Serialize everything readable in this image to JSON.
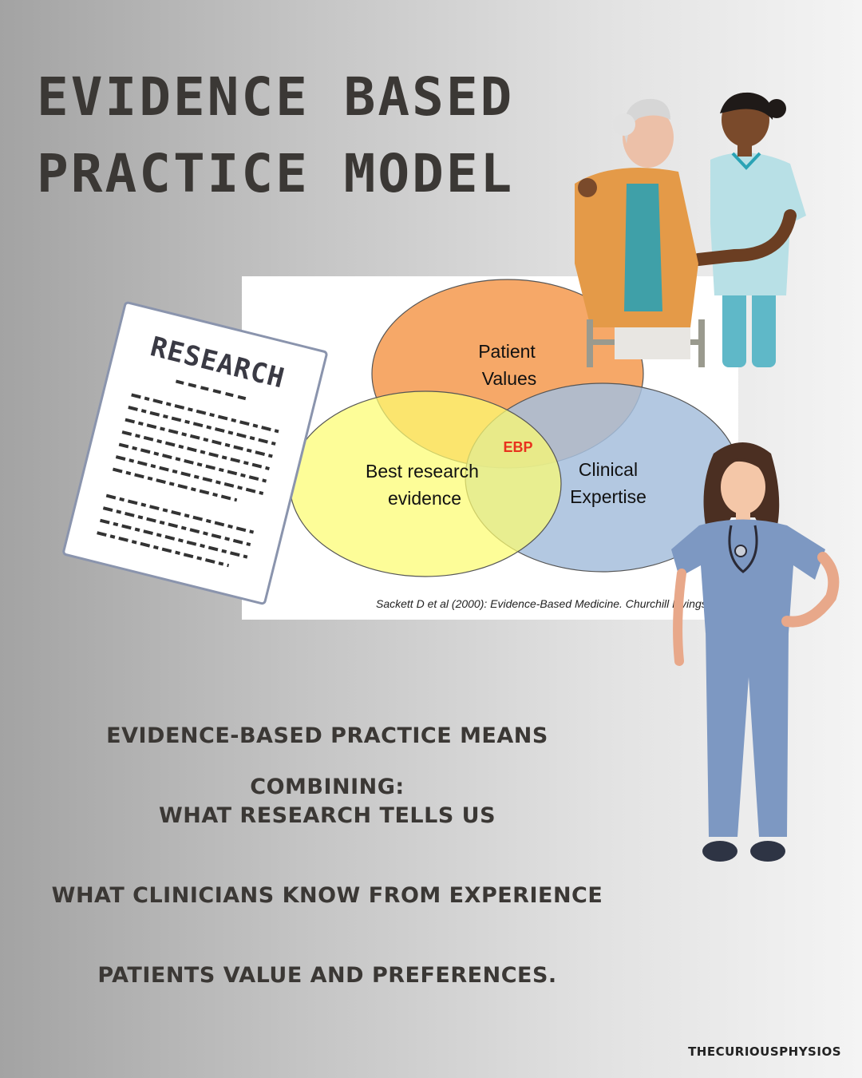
{
  "header": {
    "title_line1": "Evidence Based",
    "title_line2": "Practice Model"
  },
  "diagram": {
    "circles": [
      {
        "label_line1": "Patient",
        "label_line2": "Values",
        "color": "#f6a868"
      },
      {
        "label_line1": "Best research",
        "label_line2": "evidence",
        "color": "#fcfc70"
      },
      {
        "label_line1": "Clinical",
        "label_line2": "Expertise",
        "color": "#a6bedc"
      }
    ],
    "center_label": "EBP",
    "center_color": "#e8321e",
    "citation": "Sackett D et al (2000): Evidence-Based Medicine. Churchill Livingstone"
  },
  "illustrations": {
    "paper_heading": "RESEARCH"
  },
  "body": {
    "intro": "Evidence-based practice means combining:",
    "item1": "What research tells us",
    "item2": "What clinicians know from experience",
    "item3": "Patients value and preferences."
  },
  "footer": {
    "handle": "THECURIOUSPHYSIOS"
  }
}
